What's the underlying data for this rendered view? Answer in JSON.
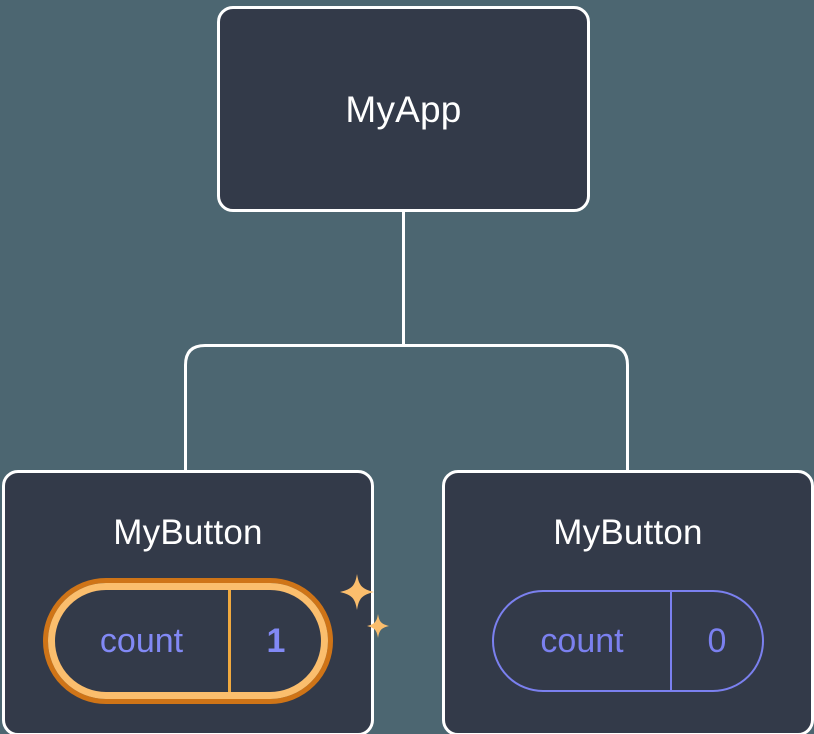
{
  "diagram": {
    "type": "component-tree",
    "title": "React component tree with state",
    "background_color": "#4c6671",
    "node_fill_color": "#333a49",
    "node_border_color": "#ffffff",
    "accent_state_color": "#7b80ef",
    "highlight_outer_color": "#cf7417",
    "highlight_inner_color": "#fbbe6d",
    "sparkle_color": "#fbbe6d"
  },
  "root": {
    "label": "MyApp"
  },
  "children": [
    {
      "label": "MyButton",
      "state": {
        "key": "count",
        "value": "1",
        "highlighted": true,
        "sparkle_icon": "sparkles-icon"
      }
    },
    {
      "label": "MyButton",
      "state": {
        "key": "count",
        "value": "0",
        "highlighted": false
      }
    }
  ],
  "edges": {
    "stem_from": "MyApp",
    "branches": [
      "MyButton",
      "MyButton"
    ]
  }
}
